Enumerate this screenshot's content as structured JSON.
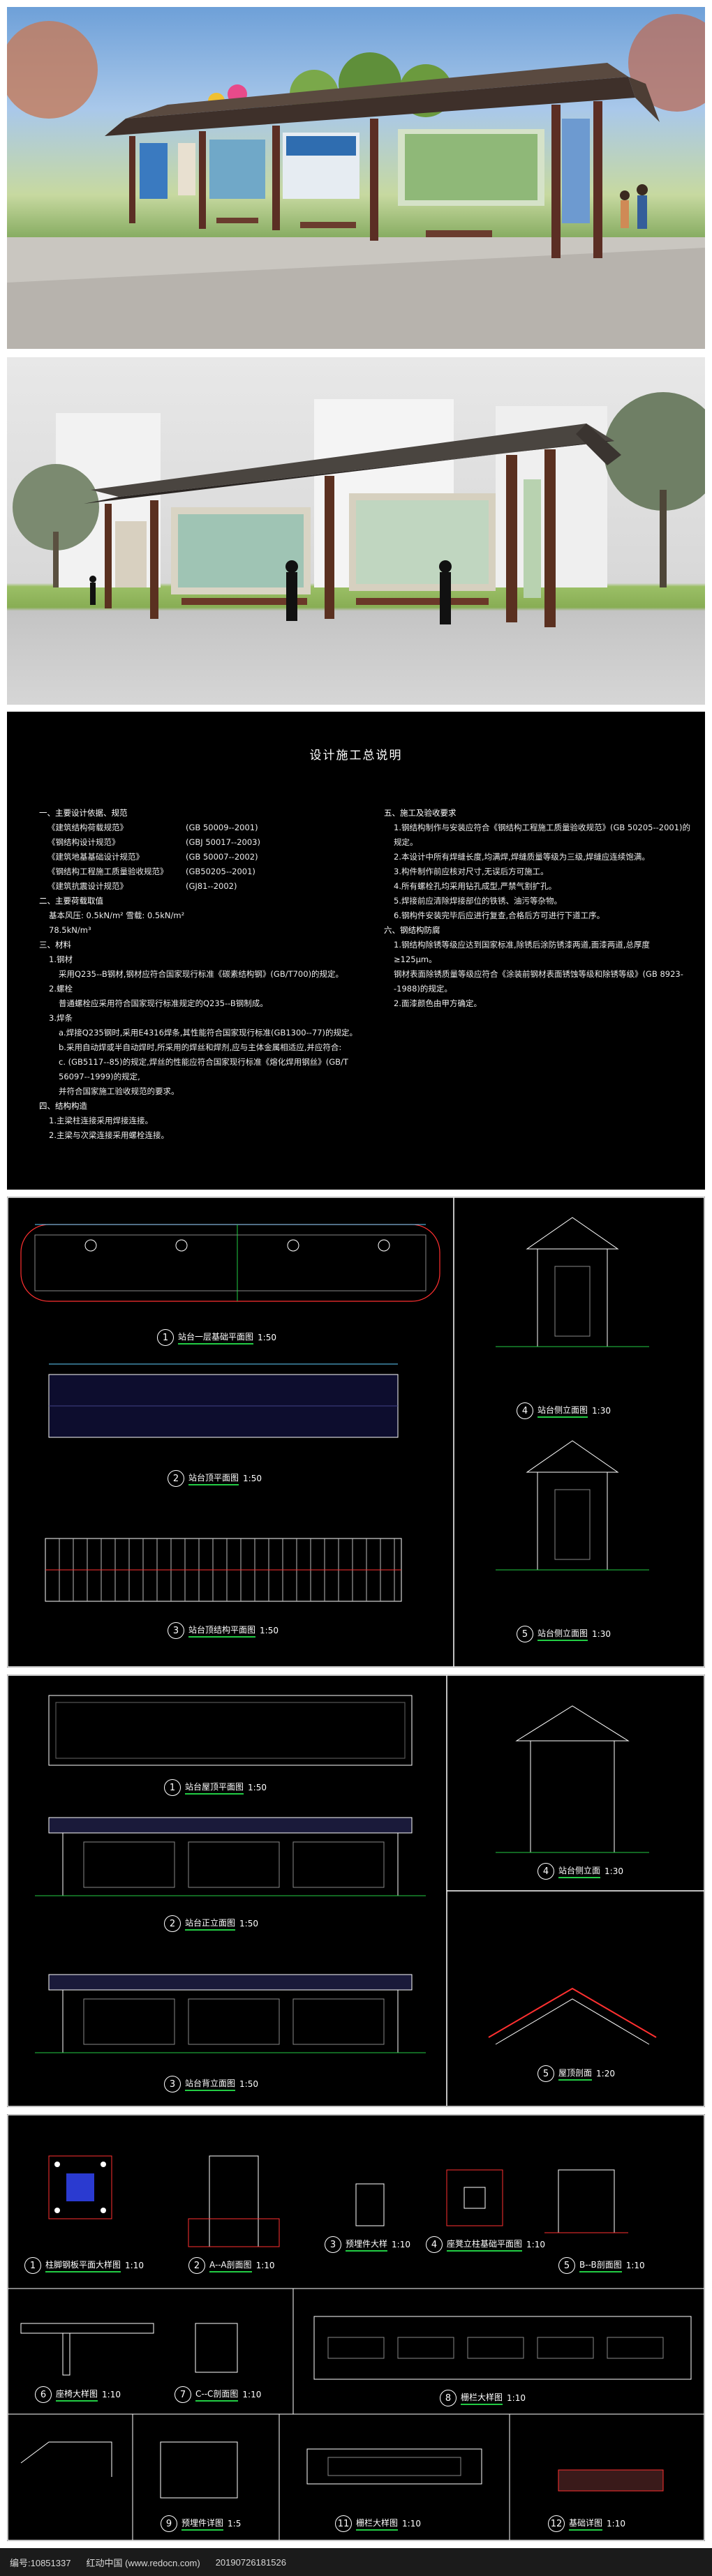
{
  "renders": [
    {
      "name": "bus-shelter-daytime-render"
    },
    {
      "name": "bus-shelter-elevation-render"
    }
  ],
  "notes": {
    "title": "设计施工总说明",
    "left": [
      {
        "t": "一、主要设计依据、规范",
        "c": "heading"
      },
      {
        "t": "《建筑结构荷载规范》",
        "v": "(GB 50009--2001)",
        "c": "std"
      },
      {
        "t": "《钢结构设计规范》",
        "v": "(GBJ 50017--2003)",
        "c": "std"
      },
      {
        "t": "《建筑地基基础设计规范》",
        "v": "(GB 50007--2002)",
        "c": "std"
      },
      {
        "t": "《钢结构工程施工质量验收规范》",
        "v": "(GB50205--2001)",
        "c": "std"
      },
      {
        "t": "《建筑抗震设计规范》",
        "v": "(GJ81--2002)",
        "c": "std"
      },
      {
        "t": "二、主要荷载取值",
        "c": "heading"
      },
      {
        "t": "基本风压:   0.5kN/m²      雪载:  0.5kN/m²",
        "c": "ind"
      },
      {
        "t": "           78.5kN/m³",
        "c": "ind"
      },
      {
        "t": "三、材料",
        "c": "heading"
      },
      {
        "t": "1.钢材",
        "c": "ind"
      },
      {
        "t": "采用Q235--B钢材,钢材应符合国家现行标准《碳素结构钢》(GB/T700)的规定。",
        "c": "ind2"
      },
      {
        "t": "2.螺栓",
        "c": "ind"
      },
      {
        "t": "普通螺栓应采用符合国家现行标准规定的Q235--B钢制成。",
        "c": "ind2"
      },
      {
        "t": "3.焊条",
        "c": "ind"
      },
      {
        "t": "a.焊接Q235钢时,采用E4316焊条,其性能符合国家现行标准(GB1300--77)的规定。",
        "c": "ind2"
      },
      {
        "t": "b.采用自动焊或半自动焊时,所采用的焊丝和焊剂,应与主体金属相适应,并应符合:",
        "c": "ind2"
      },
      {
        "t": "c. (GB5117--85)的规定,焊丝的性能应符合国家现行标准《熔化焊用钢丝》(GB/T 56097--1999)的规定,",
        "c": "ind2"
      },
      {
        "t": "并符合国家施工验收规范的要求。",
        "c": "ind2"
      },
      {
        "t": "四、结构构造",
        "c": "heading"
      },
      {
        "t": "1.主梁柱连接采用焊接连接。",
        "c": "ind"
      },
      {
        "t": "2.主梁与次梁连接采用螺栓连接。",
        "c": "ind"
      }
    ],
    "right": [
      {
        "t": "五、施工及验收要求",
        "c": "heading"
      },
      {
        "t": "1.钢结构制作与安装应符合《钢结构工程施工质量验收规范》(GB 50205--2001)的规定。",
        "c": "ind"
      },
      {
        "t": "2.本设计中所有焊缝长度,均满焊,焊缝质量等级为三级,焊缝应连续饱满。",
        "c": "ind"
      },
      {
        "t": "3.构件制作前应核对尺寸,无误后方可施工。",
        "c": "ind"
      },
      {
        "t": "4.所有螺栓孔均采用钻孔成型,严禁气割扩孔。",
        "c": "ind"
      },
      {
        "t": "5.焊接前应清除焊接部位的铁锈、油污等杂物。",
        "c": "ind"
      },
      {
        "t": "6.钢构件安装完毕后应进行复查,合格后方可进行下道工序。",
        "c": "ind"
      },
      {
        "t": "六、钢结构防腐",
        "c": "heading"
      },
      {
        "t": "1.钢结构除锈等级应达到国家标准,除锈后涂防锈漆两道,面漆两道,总厚度≥125μm。",
        "c": "ind"
      },
      {
        "t": "钢材表面除锈质量等级应符合《涂装前钢材表面锈蚀等级和除锈等级》(GB 8923--1988)的规定。",
        "c": "ind"
      },
      {
        "t": "2.面漆颜色由甲方确定。",
        "c": "ind"
      }
    ]
  },
  "cad1_captions": [
    {
      "n": "1",
      "t": "站台一层基础平面图",
      "s": "1:50"
    },
    {
      "n": "2",
      "t": "站台顶平面图",
      "s": "1:50"
    },
    {
      "n": "3",
      "t": "站台顶结构平面图",
      "s": "1:50"
    },
    {
      "n": "4",
      "t": "站台侧立面图",
      "s": "1:30"
    },
    {
      "n": "5",
      "t": "站台侧立面图",
      "s": "1:30"
    }
  ],
  "cad2_captions": [
    {
      "n": "1",
      "t": "站台屋顶平面图",
      "s": "1:50"
    },
    {
      "n": "2",
      "t": "站台正立面图",
      "s": "1:50"
    },
    {
      "n": "3",
      "t": "站台背立面图",
      "s": "1:50"
    },
    {
      "n": "4",
      "t": "站台侧立面",
      "s": "1:30"
    },
    {
      "n": "5",
      "t": "屋顶剖面",
      "s": "1:20"
    }
  ],
  "cad3_captions": [
    {
      "n": "1",
      "t": "柱脚钢板平面大样图",
      "s": "1:10"
    },
    {
      "n": "2",
      "t": "A--A剖面图",
      "s": "1:10"
    },
    {
      "n": "3",
      "t": "预埋件大样",
      "s": "1:10"
    },
    {
      "n": "4",
      "t": "座凳立柱基础平面图",
      "s": "1:10"
    },
    {
      "n": "5",
      "t": "B--B剖面图",
      "s": "1:10"
    },
    {
      "n": "6",
      "t": "座椅大样图",
      "s": "1:10"
    },
    {
      "n": "7",
      "t": "C--C剖面图",
      "s": "1:10"
    },
    {
      "n": "8",
      "t": "栅栏大样图",
      "s": "1:10"
    },
    {
      "n": "9",
      "t": "预埋件详图",
      "s": "1:5"
    },
    {
      "n": "11",
      "t": "栅栏大样图",
      "s": "1:10"
    },
    {
      "n": "12",
      "t": "基础详图",
      "s": "1:10"
    }
  ],
  "footer": {
    "id": "编号:10851337",
    "site": "红动中国 (www.redocn.com)",
    "date": "20190726181526"
  }
}
